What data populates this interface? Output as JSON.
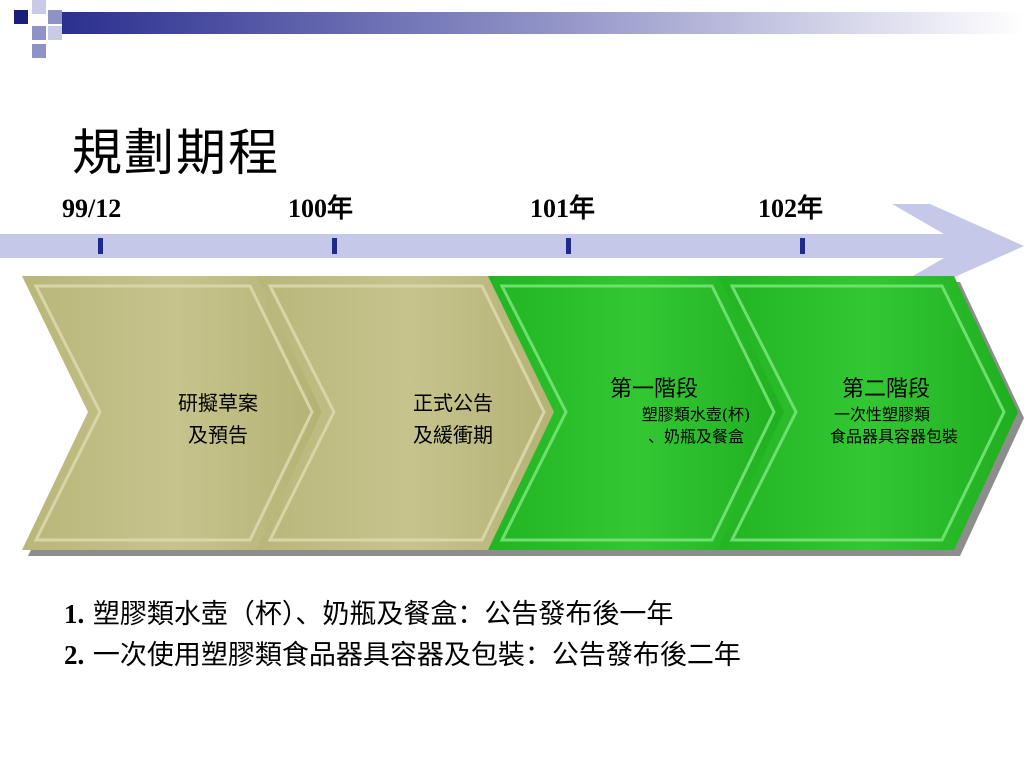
{
  "slide": {
    "title": "規劃期程"
  },
  "timeline": {
    "years": [
      "99/12",
      "100年",
      "101年",
      "102年"
    ],
    "colors": {
      "arrow": "#c5c8e8",
      "tick": "#1f2a8a"
    }
  },
  "stages": [
    {
      "lines": [
        "研擬草案",
        "及預告"
      ],
      "color": "#c4c28a"
    },
    {
      "lines": [
        "正式公告",
        "及緩衝期"
      ],
      "color": "#c4c28a"
    },
    {
      "title": "第一階段",
      "lines": [
        "塑膠類水壺(杯)",
        "、奶瓶及餐盒"
      ],
      "color": "#2ec12e"
    },
    {
      "title": "第二階段",
      "lines": [
        "一次性塑膠類",
        "食品器具容器包裝"
      ],
      "color": "#2ec12e"
    }
  ],
  "notes": [
    {
      "num": "1.",
      "text": " 塑膠類水壺（杯）、奶瓶及餐盒：公告發布後一年"
    },
    {
      "num": "2.",
      "text": " 一次使用塑膠類食品器具容器及包裝：公告發布後二年"
    }
  ]
}
